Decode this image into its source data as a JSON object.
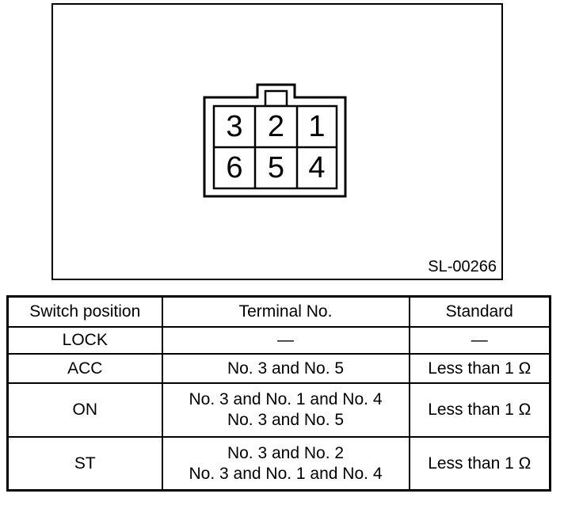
{
  "figure": {
    "label": "SL-00266",
    "connector": {
      "terminals": [
        "3",
        "2",
        "1",
        "6",
        "5",
        "4"
      ]
    }
  },
  "table": {
    "headers": [
      "Switch position",
      "Terminal No.",
      "Standard"
    ],
    "rows": [
      {
        "position": "LOCK",
        "terminal_lines": [
          "—"
        ],
        "standard": "—"
      },
      {
        "position": "ACC",
        "terminal_lines": [
          "No. 3 and No. 5"
        ],
        "standard": "Less than 1 Ω"
      },
      {
        "position": "ON",
        "terminal_lines": [
          "No. 3 and No. 1 and No. 4",
          "No. 3 and No. 5"
        ],
        "standard": "Less than 1 Ω"
      },
      {
        "position": "ST",
        "terminal_lines": [
          "No. 3 and No. 2",
          "No. 3 and No. 1 and No. 4"
        ],
        "standard": "Less than 1 Ω"
      }
    ]
  }
}
